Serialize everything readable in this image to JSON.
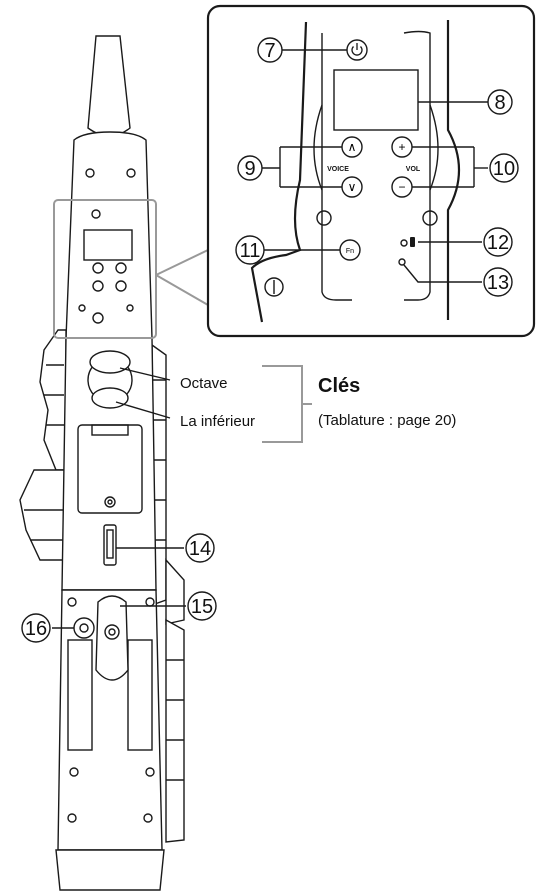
{
  "callouts": [
    "7",
    "8",
    "9",
    "10",
    "11",
    "12",
    "13",
    "14",
    "15",
    "16"
  ],
  "buttons": {
    "voice_label": "VOICE",
    "vol_label": "VOL",
    "up_symbol": "∧",
    "down_symbol": "∨",
    "plus_symbol": "+",
    "minus_symbol": "−",
    "fn_label": "Fn"
  },
  "keys": {
    "octave_label": "Octave",
    "low_la_label": "La inférieur",
    "title": "Clés",
    "note": "(Tablature : page 20)"
  },
  "colors": {
    "line": "#1a1a1a",
    "bracket": "#999999"
  },
  "icons": [
    "power-icon",
    "bluetooth-icon",
    "battery-icon"
  ]
}
